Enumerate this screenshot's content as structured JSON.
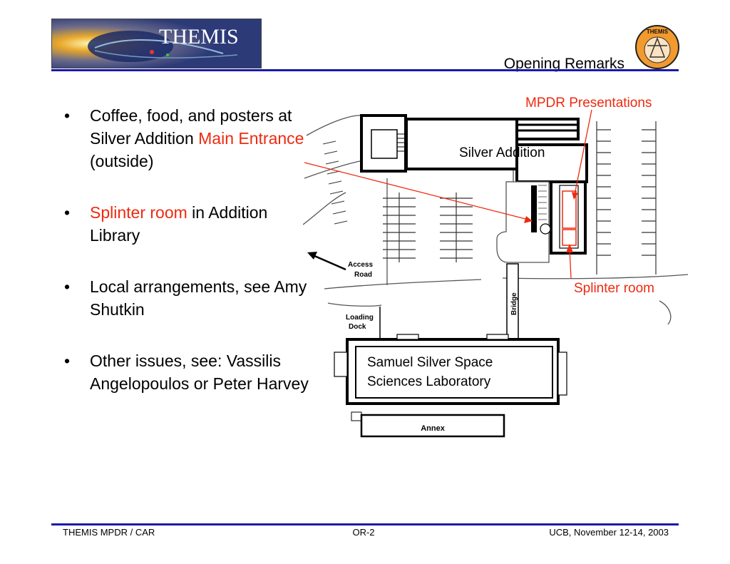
{
  "header": {
    "logo_text": "THEMIS",
    "slide_title": "Opening Remarks",
    "seal_text": "THEMIS"
  },
  "bullets": [
    {
      "parts": [
        {
          "text": "Coffee, food, and posters at Silver Addition ",
          "red": false
        },
        {
          "text": "Main Entrance",
          "red": true
        },
        {
          "text": " (outside)",
          "red": false
        }
      ]
    },
    {
      "parts": [
        {
          "text": " ",
          "red": false
        },
        {
          "text": "Splinter room",
          "red": true
        },
        {
          "text": " in Addition Library",
          "red": false
        }
      ]
    },
    {
      "parts": [
        {
          "text": "Local arrangements, see Amy Shutkin",
          "red": false
        }
      ]
    },
    {
      "parts": [
        {
          "text": "Other issues, see: Vassilis Angelopoulos or Peter Harvey",
          "red": false
        }
      ]
    }
  ],
  "map": {
    "mpdr_label": "MPDR Presentations",
    "silver_addition_label": "Silver Addition",
    "splinter_label": "Splinter room",
    "access_road_line1": "Access",
    "access_road_line2": "Road",
    "loading_dock_line1": "Loading",
    "loading_dock_line2": "Dock",
    "bridge_label": "Bridge",
    "ssl_line1": "Samuel Silver Space",
    "ssl_line2": "Sciences Laboratory",
    "annex_label": "Annex"
  },
  "footer": {
    "left": "THEMIS MPDR / CAR",
    "center": "OR-2",
    "right": "UCB, November 12-14, 2003"
  },
  "colors": {
    "accent_red": "#ee2a10",
    "rule_blue": "#1a1aa8"
  }
}
